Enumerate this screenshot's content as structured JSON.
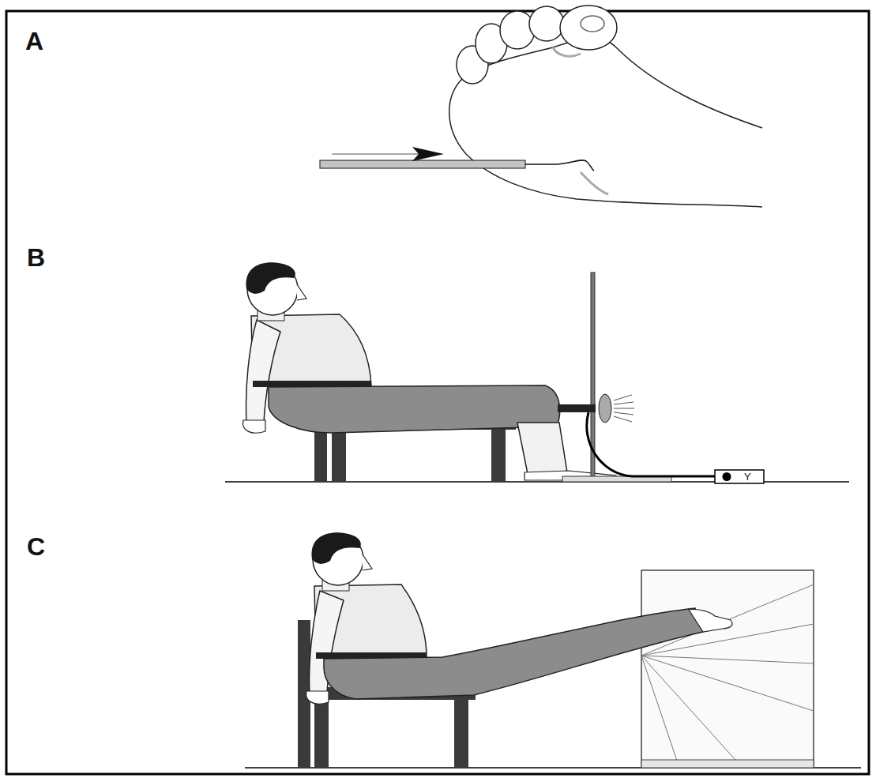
{
  "diagram": {
    "labels": [
      "A",
      "B",
      "C",
      "Y"
    ]
  }
}
